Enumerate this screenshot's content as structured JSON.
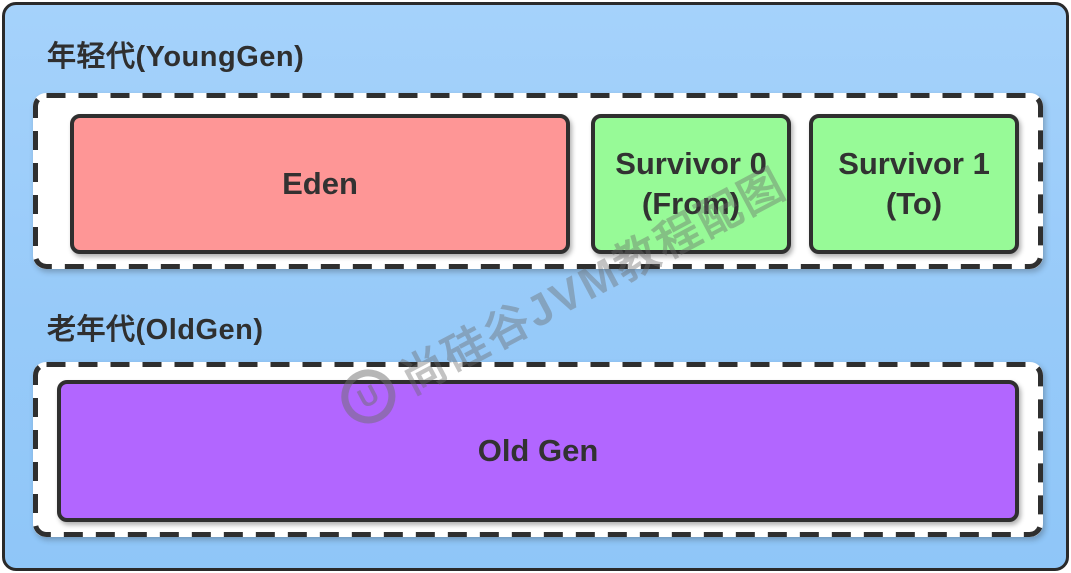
{
  "young_gen": {
    "title": "年轻代(YoungGen)",
    "regions": [
      {
        "label": "Eden",
        "color": "#FE9696"
      },
      {
        "label": "Survivor 0",
        "sublabel": "(From)",
        "color": "#97FA97"
      },
      {
        "label": "Survivor 1",
        "sublabel": "(To)",
        "color": "#97FA97"
      }
    ]
  },
  "old_gen": {
    "title": "老年代(OldGen)",
    "regions": [
      {
        "label": "Old Gen",
        "color": "#B266FF"
      }
    ]
  },
  "watermark": {
    "logo_glyph": "U",
    "text": "尚硅谷JVM教程配图"
  },
  "colors": {
    "panel_background": "#99CBFA",
    "container_background": "#FFFFFF",
    "outline": "#2F2F2F",
    "label_text": "#323232",
    "eden": "#FE9696",
    "survivor": "#97FA97",
    "old_gen": "#B266FF"
  }
}
